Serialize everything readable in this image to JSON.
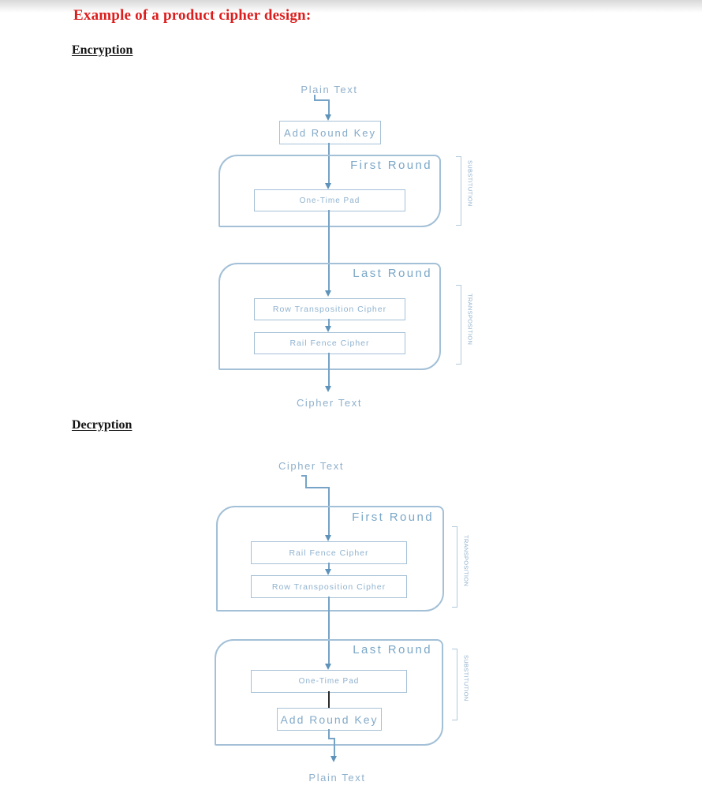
{
  "document": {
    "title": "Example of a product cipher design:",
    "headings": {
      "encryption": "Encryption",
      "decryption": "Decryption"
    }
  },
  "diagram_colors": {
    "title_red": "#dd1d1d",
    "heading_black": "#141414",
    "line_blue": "#76a3c6",
    "border_blue": "#a3c0d7",
    "text_blue": "#8fb0cc",
    "arrowhead_blue": "#5d92bb",
    "black_connector": "#2b2b2b"
  },
  "encryption_flow": {
    "input_label": "Plain Text",
    "key_step": "Add Round Key",
    "first_round": {
      "title": "First Round",
      "steps": [
        "One-Time Pad"
      ],
      "category": "SUBSTITUTION"
    },
    "last_round": {
      "title": "Last Round",
      "steps": [
        "Row Transposition Cipher",
        "Rail Fence Cipher"
      ],
      "category": "TRANSPOSITION"
    },
    "output_label": "Cipher Text"
  },
  "decryption_flow": {
    "input_label": "Cipher Text",
    "first_round": {
      "title": "First Round",
      "steps": [
        "Rail Fence Cipher",
        "Row Transposition Cipher"
      ],
      "category": "TRANSPOSITION"
    },
    "last_round": {
      "title": "Last Round",
      "steps": [
        "One-Time Pad",
        "Add Round Key"
      ],
      "category": "SUBSTITUTION"
    },
    "output_label": "Plain Text"
  }
}
